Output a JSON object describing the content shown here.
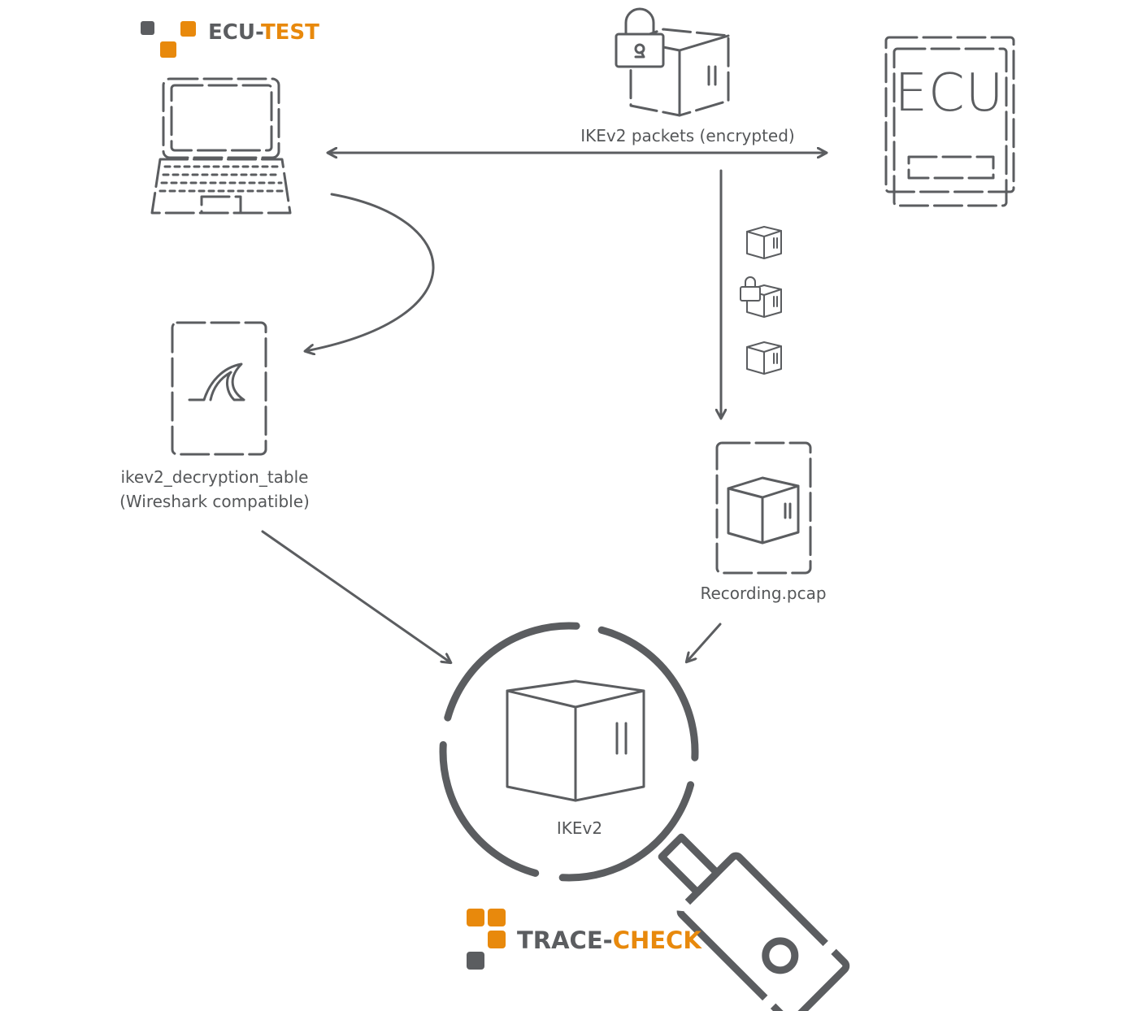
{
  "brands": {
    "ecu_test": {
      "part1": "ECU-",
      "part2": "TEST"
    },
    "trace_check": {
      "part1": "TRACE-",
      "part2": "CHECK"
    }
  },
  "labels": {
    "ecu": "ECU",
    "ikev2_packets": "IKEv2 packets (encrypted)",
    "decryption_table_line1": "ikev2_decryption_table",
    "decryption_table_line2": "(Wireshark compatible)",
    "recording": "Recording.pcap",
    "ikev2": "IKEv2"
  },
  "colors": {
    "gray": "#5b5d60",
    "orange": "#e8890c"
  },
  "icons": [
    "laptop-icon",
    "lock-icon",
    "package-icon",
    "ecu-chip-icon",
    "wireshark-fin-icon",
    "magnifier-icon"
  ]
}
